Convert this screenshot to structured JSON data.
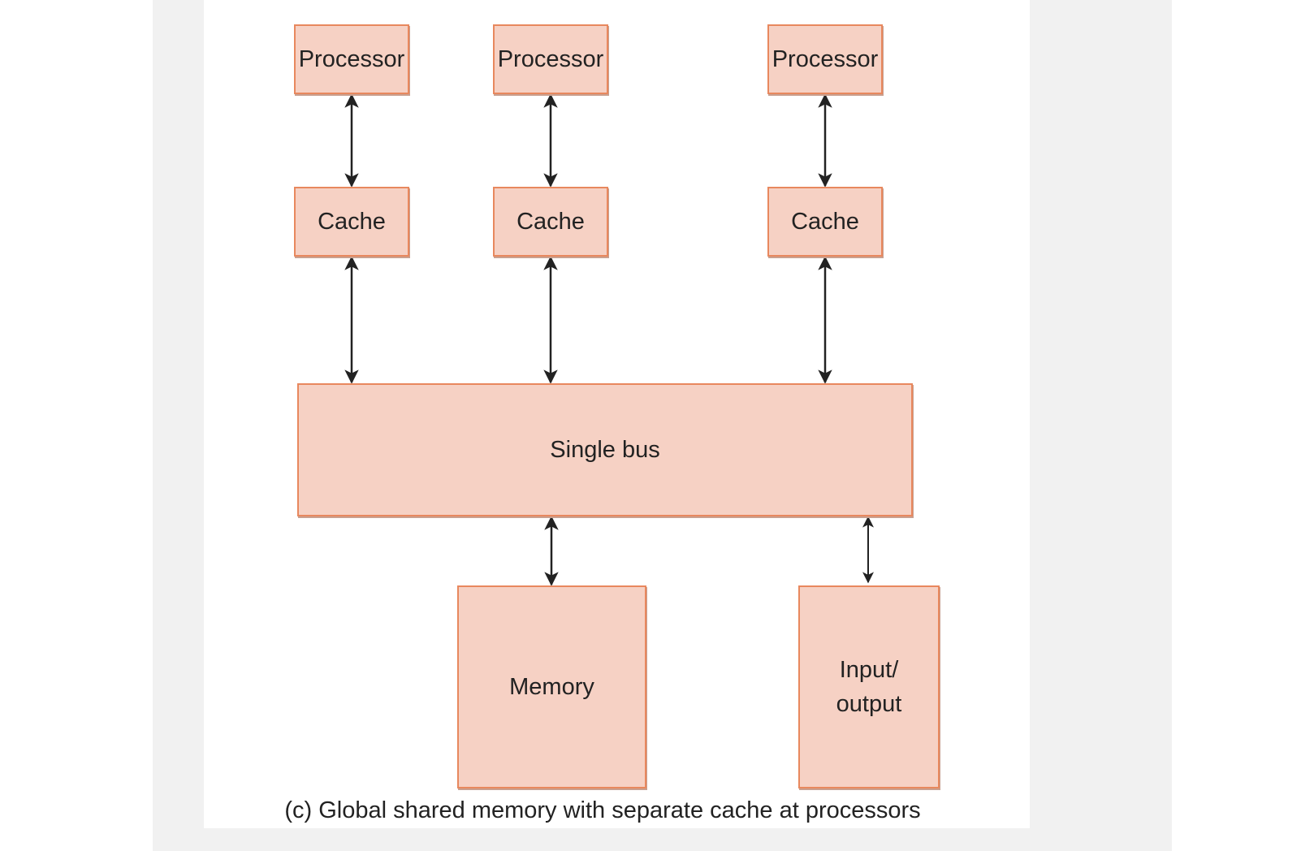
{
  "diagram": {
    "processors": [
      {
        "label": "Processor"
      },
      {
        "label": "Processor"
      },
      {
        "label": "Processor"
      }
    ],
    "caches": [
      {
        "label": "Cache"
      },
      {
        "label": "Cache"
      },
      {
        "label": "Cache"
      }
    ],
    "bus": {
      "label": "Single bus"
    },
    "memory": {
      "label": "Memory"
    },
    "io": {
      "line1": "Input/",
      "line2": "output"
    },
    "caption": "(c) Global shared memory with separate cache at processors",
    "colors": {
      "box_fill": "#f6d1c4",
      "box_border": "#e8885e",
      "arrow": "#222222",
      "text": "#222222"
    }
  }
}
